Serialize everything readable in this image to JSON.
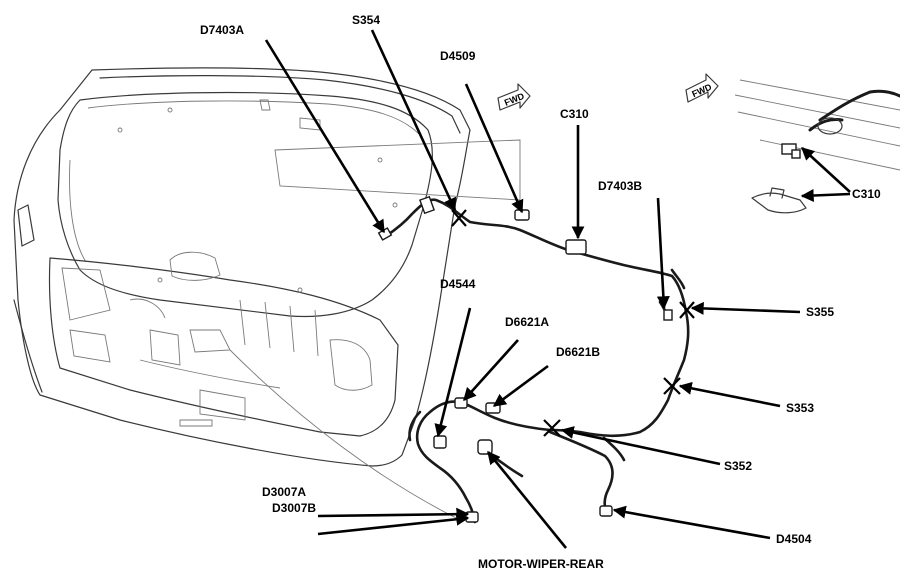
{
  "callouts": {
    "D7403A": "D7403A",
    "S354": "S354",
    "D4509": "D4509",
    "C310_main": "C310",
    "C310_inset": "C310",
    "D7403B": "D7403B",
    "S355": "S355",
    "D4544": "D4544",
    "D6621A": "D6621A",
    "D6621B": "D6621B",
    "S353": "S353",
    "S352": "S352",
    "D3007A": "D3007A",
    "D3007B": "D3007B",
    "D4504": "D4504",
    "MOTOR_WIPER_REAR": "MOTOR-WIPER-REAR"
  },
  "arrows": {
    "fwd_main": "FWD",
    "fwd_inset": "FWD"
  }
}
